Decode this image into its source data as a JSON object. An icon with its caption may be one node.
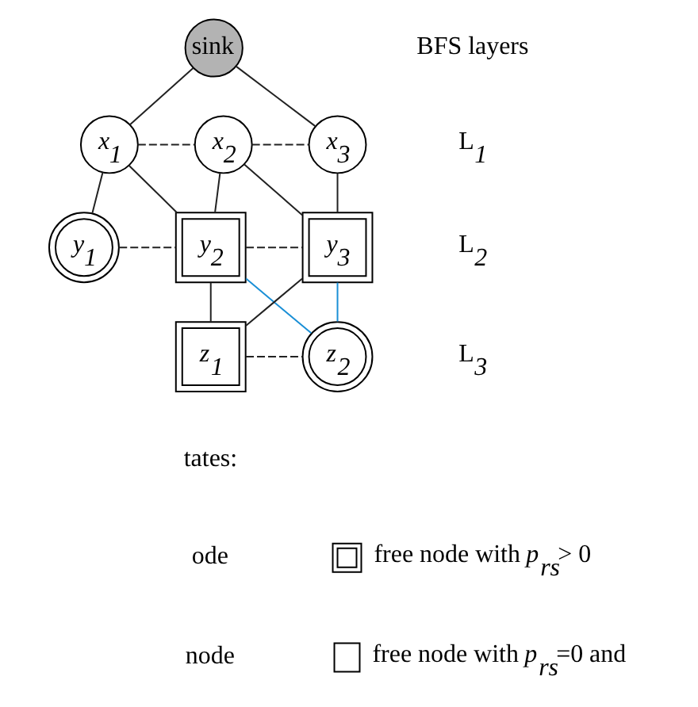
{
  "diagram": {
    "nodes": [
      {
        "text": [
          "sink"
        ]
      },
      {
        "text": [
          "x$_{1}$"
        ]
      },
      {
        "text": [
          "x$_{2}$"
        ]
      },
      {
        "text": [
          "x$_{3}$"
        ]
      },
      {
        "text": [
          "y$_{1}$"
        ]
      },
      {
        "text": [
          "y$_{2}$"
        ]
      },
      {
        "text": [
          "y$_{3}$"
        ]
      },
      {
        "text": [
          "z$_{1}$"
        ]
      },
      {
        "text": [
          "z$_{2}$"
        ]
      }
    ],
    "edges": [
      {
        "from": 0,
        "to": 1,
        "arrow": "none"
      },
      {
        "from": 0,
        "to": 3,
        "arrow": "none"
      },
      {
        "from": 1,
        "to": 4,
        "arrow": "none"
      },
      {
        "from": 1,
        "to": 5,
        "arrow": "none"
      },
      {
        "from": 2,
        "to": 5,
        "arrow": "none"
      },
      {
        "from": 2,
        "to": 6,
        "arrow": "none"
      },
      {
        "from": 3,
        "to": 6,
        "arrow": "none"
      },
      {
        "from": 5,
        "to": 7,
        "arrow": "none"
      },
      {
        "from": 6,
        "to": 7,
        "arrow": "none"
      },
      {
        "from": 5,
        "to": 8,
        "arrow": "none",
        "color": "#1a8fd6"
      },
      {
        "from": 6,
        "to": 8,
        "arrow": "none",
        "color": "#1a8fd6"
      },
      {
        "from": 1,
        "to": 2,
        "arrow": "none",
        "style": "dashed"
      },
      {
        "from": 2,
        "to": 3,
        "arrow": "none",
        "style": "dashed"
      },
      {
        "from": 4,
        "to": 5,
        "arrow": "none",
        "style": "dashed"
      },
      {
        "from": 5,
        "to": 6,
        "arrow": "none",
        "style": "dashed"
      },
      {
        "from": 7,
        "to": 8,
        "arrow": "none",
        "style": "dashed"
      }
    ],
    "labels": [
      "BFS layers",
      "L$_{1}$",
      "L$_{2}$",
      "L$_{3}$",
      "tates:",
      "ode",
      "node"
    ],
    "legend": [
      {
        "text": "free node with *p*$_{rs}$> 0"
      },
      {
        "text": "free node with *p*$_{rs}$=0 and"
      }
    ]
  }
}
